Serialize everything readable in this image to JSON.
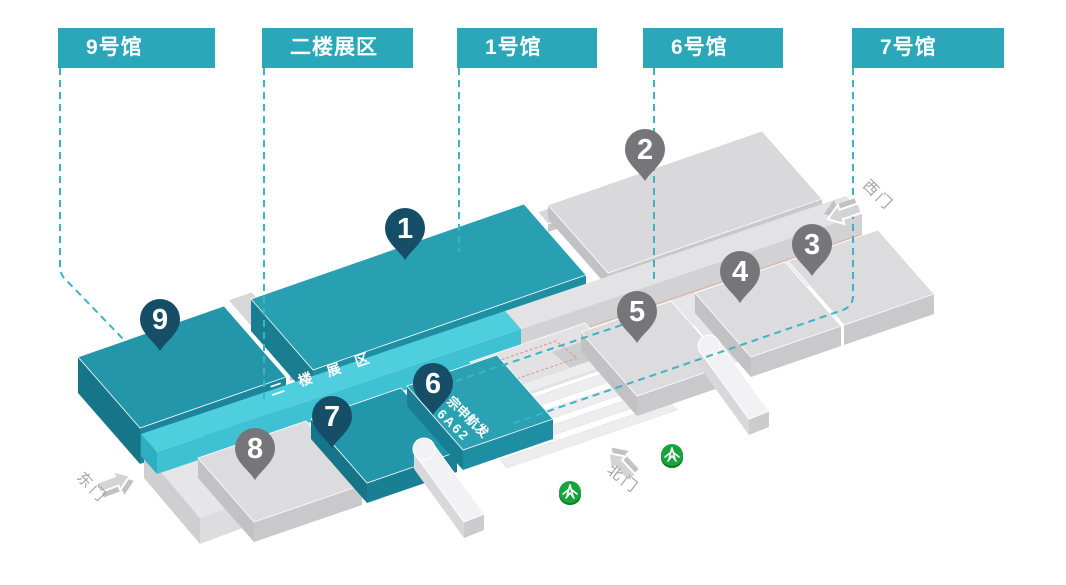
{
  "colors": {
    "accent": "#2AA7B8",
    "dash": "#3CB4C5",
    "pin_navy": "#174E67",
    "pin_gray": "#76767A",
    "teal_slab": "#28A0B2",
    "cyan_band": "#4FCEDE",
    "metro_green": "#17A43C"
  },
  "header": {
    "labels": [
      {
        "id": "hall9",
        "text": "9号馆"
      },
      {
        "id": "floor2",
        "text": "二楼展区"
      },
      {
        "id": "hall1",
        "text": "1号馆"
      },
      {
        "id": "hall6",
        "text": "6号馆"
      },
      {
        "id": "hall7",
        "text": "7号馆"
      }
    ]
  },
  "map": {
    "pins": [
      {
        "n": "1",
        "tone": "navy"
      },
      {
        "n": "2",
        "tone": "gray"
      },
      {
        "n": "3",
        "tone": "gray"
      },
      {
        "n": "4",
        "tone": "gray"
      },
      {
        "n": "5",
        "tone": "gray"
      },
      {
        "n": "6",
        "tone": "navy"
      },
      {
        "n": "7",
        "tone": "navy"
      },
      {
        "n": "8",
        "tone": "gray"
      },
      {
        "n": "9",
        "tone": "navy"
      }
    ],
    "band_label": "二 楼 展 区",
    "booth": {
      "line1": "宗申航发",
      "line2": "6A62"
    },
    "gates": {
      "east": "东门",
      "north": "北门",
      "west": "西门"
    }
  }
}
